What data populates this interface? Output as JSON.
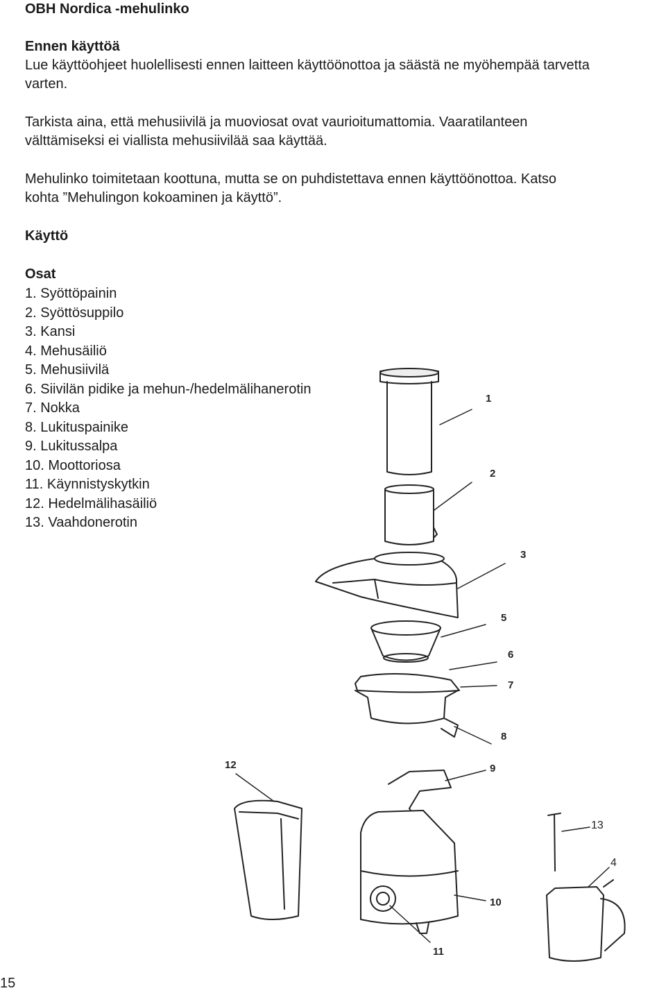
{
  "header": {
    "title": "OBH Nordica -mehulinko"
  },
  "before_use": {
    "heading": "Ennen käyttöä",
    "para1_line1": "Lue käyttöohjeet huolellisesti ennen laitteen käyttöönottoa ja säästä ne myöhempää tarvetta",
    "para1_line2": "varten.",
    "para2_line1": "Tarkista aina, että mehusiivilä ja muoviosat ovat vaurioitumattomia. Vaaratilanteen",
    "para2_line2": "välttämiseksi ei viallista mehusiivilää saa käyttää.",
    "para3_line1": "Mehulinko toimitetaan koottuna, mutta se on puhdistettava ennen käyttöönottoa. Katso",
    "para3_line2": "kohta ”Mehulingon kokoaminen ja käyttö”."
  },
  "usage": {
    "heading": "Käyttö"
  },
  "parts": {
    "heading": "Osat",
    "items": [
      "1. Syöttöpainin",
      "2. Syöttösuppilo",
      "3. Kansi",
      "4. Mehusäiliö",
      "5. Mehusiivilä",
      "6. Siivilän pidike ja mehun-/hedelmälihanerotin",
      "7. Nokka",
      "8. Lukituspainike",
      "9. Lukitussalpa",
      "10. Moottoriosa",
      "11. Käynnistyskytkin",
      "12. Hedelmälihasäiliö",
      "13. Vaahdonerotin"
    ]
  },
  "diagram": {
    "callouts": [
      "1",
      "2",
      "3",
      "5",
      "6",
      "7",
      "8",
      "9",
      "12",
      "10",
      "11",
      "13",
      "4"
    ]
  },
  "page_number": "15"
}
